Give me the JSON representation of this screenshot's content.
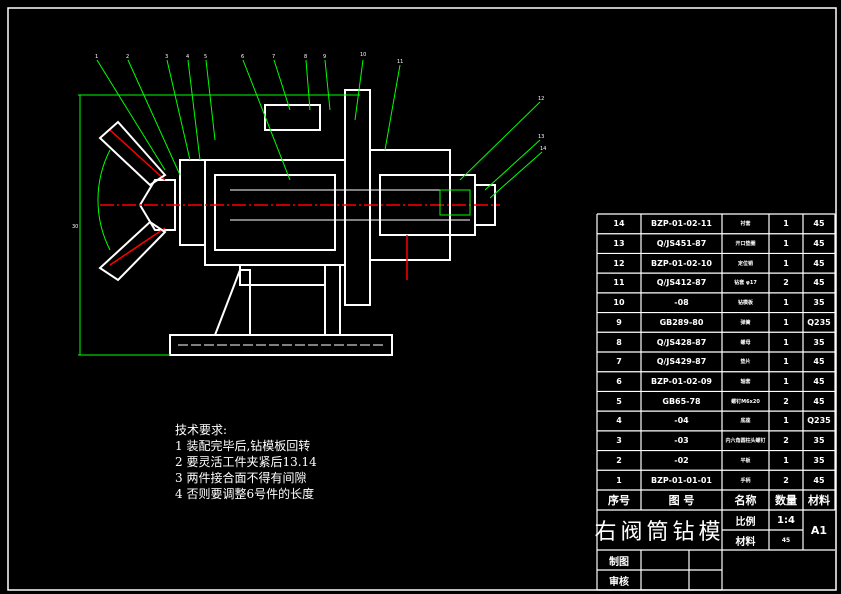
{
  "notes": {
    "title": "技术要求:",
    "lines": [
      "1  装配完毕后,钻模板回转",
      "2  要灵活工件夹紧后13.14",
      "3  两件接合面不得有间隙",
      "4  否则要调整6号件的长度"
    ]
  },
  "balloons": [
    "1",
    "2",
    "3",
    "4",
    "5",
    "6",
    "7",
    "8",
    "9",
    "10",
    "11",
    "12",
    "13",
    "14"
  ],
  "dimension": {
    "height_label": "30"
  },
  "parts": [
    {
      "no": "14",
      "code": "BZP-01-02-11",
      "name": "衬套",
      "qty": "1",
      "mat": "45"
    },
    {
      "no": "13",
      "code": "Q/JS451-87",
      "name": "开口垫圈",
      "qty": "1",
      "mat": "45"
    },
    {
      "no": "12",
      "code": "BZP-01-02-10",
      "name": "定位销",
      "qty": "1",
      "mat": "45"
    },
    {
      "no": "11",
      "code": "Q/JS412-87",
      "name": "钻套 φ17",
      "qty": "2",
      "mat": "45"
    },
    {
      "no": "10",
      "code": "-08",
      "name": "钻模板",
      "qty": "1",
      "mat": "35"
    },
    {
      "no": "9",
      "code": "GB289-80",
      "name": "弹簧",
      "qty": "1",
      "mat": "Q235"
    },
    {
      "no": "8",
      "code": "Q/JS428-87",
      "name": "螺母",
      "qty": "1",
      "mat": "35"
    },
    {
      "no": "7",
      "code": "Q/JS429-87",
      "name": "垫片",
      "qty": "1",
      "mat": "45"
    },
    {
      "no": "6",
      "code": "BZP-01-02-09",
      "name": "轴套",
      "qty": "1",
      "mat": "45"
    },
    {
      "no": "5",
      "code": "GB65-78",
      "name": "螺钉M6x20",
      "qty": "2",
      "mat": "45"
    },
    {
      "no": "4",
      "code": "-04",
      "name": "底座",
      "qty": "1",
      "mat": "Q235"
    },
    {
      "no": "3",
      "code": "-03",
      "name": "内六角圆柱头螺钉",
      "qty": "2",
      "mat": "35"
    },
    {
      "no": "2",
      "code": "-02",
      "name": "平板",
      "qty": "1",
      "mat": "35"
    },
    {
      "no": "1",
      "code": "BZP-01-01-01",
      "name": "手柄",
      "qty": "2",
      "mat": "45"
    }
  ],
  "header": {
    "no": "序号",
    "code": "图 号",
    "name": "名称",
    "qty": "数量",
    "mat": "材料"
  },
  "title_block": {
    "title": "右阀筒钻模",
    "scale_label": "比例",
    "scale": "1:4",
    "material_label": "材料",
    "material": "45",
    "sheet": "A1",
    "drawn": "制图",
    "checked": "审核"
  }
}
